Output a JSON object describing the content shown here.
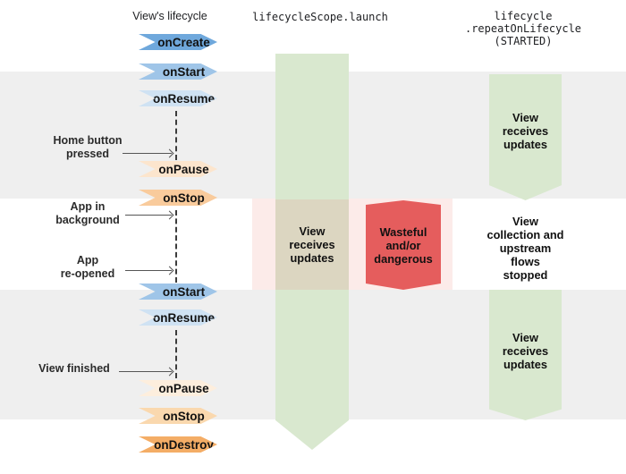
{
  "headers": {
    "view_lifecycle": "View's lifecycle",
    "lifecycle_scope": "lifecycleScope.launch",
    "repeat_line1": "lifecycle",
    "repeat_line2": ".repeatOnLifecycle",
    "repeat_line3": "(STARTED)"
  },
  "arrows": [
    {
      "id": "onCreate1",
      "label": "onCreate"
    },
    {
      "id": "onStart1",
      "label": "onStart"
    },
    {
      "id": "onResume1",
      "label": "onResume"
    },
    {
      "id": "onPause1",
      "label": "onPause"
    },
    {
      "id": "onStop1",
      "label": "onStop"
    },
    {
      "id": "onStart2",
      "label": "onStart"
    },
    {
      "id": "onResume2",
      "label": "onResume"
    },
    {
      "id": "onPause2",
      "label": "onPause"
    },
    {
      "id": "onStop2",
      "label": "onStop"
    },
    {
      "id": "onDestroy",
      "label": "onDestroy"
    }
  ],
  "events": {
    "home": {
      "line1": "Home button",
      "line2": "pressed"
    },
    "background": {
      "line1": "App in",
      "line2": "background"
    },
    "reopened": {
      "line1": "App",
      "line2": "re-opened"
    },
    "finished": {
      "line1": "View finished"
    }
  },
  "scope_column": {
    "mid": {
      "line1": "View",
      "line2": "receives",
      "line3": "updates"
    }
  },
  "repeat_column": {
    "seg1": {
      "line1": "View",
      "line2": "receives",
      "line3": "updates"
    },
    "mid": {
      "line1": "View",
      "line2": "collection and",
      "line3": "upstream",
      "line4": "flows",
      "line5": "stopped"
    },
    "seg2": {
      "line1": "View",
      "line2": "receives",
      "line3": "updates"
    }
  },
  "warning": {
    "line1": "Wasteful",
    "line2": "and/or",
    "line3": "dangerous"
  },
  "colors": {
    "band_gray": "#efefef",
    "pink_band": "#fcebe9",
    "green_column": "#d9e8cf",
    "tan_overlap": "#dcd6c1",
    "warning_red": "#e55d5d",
    "blue_dark": "#6fa8dc",
    "blue_mid": "#9fc5e8",
    "blue_light": "#cfe2f3",
    "orange_light": "#fce5cd",
    "orange_mid": "#f9cb9c",
    "orange_deep": "#f4ad66"
  }
}
